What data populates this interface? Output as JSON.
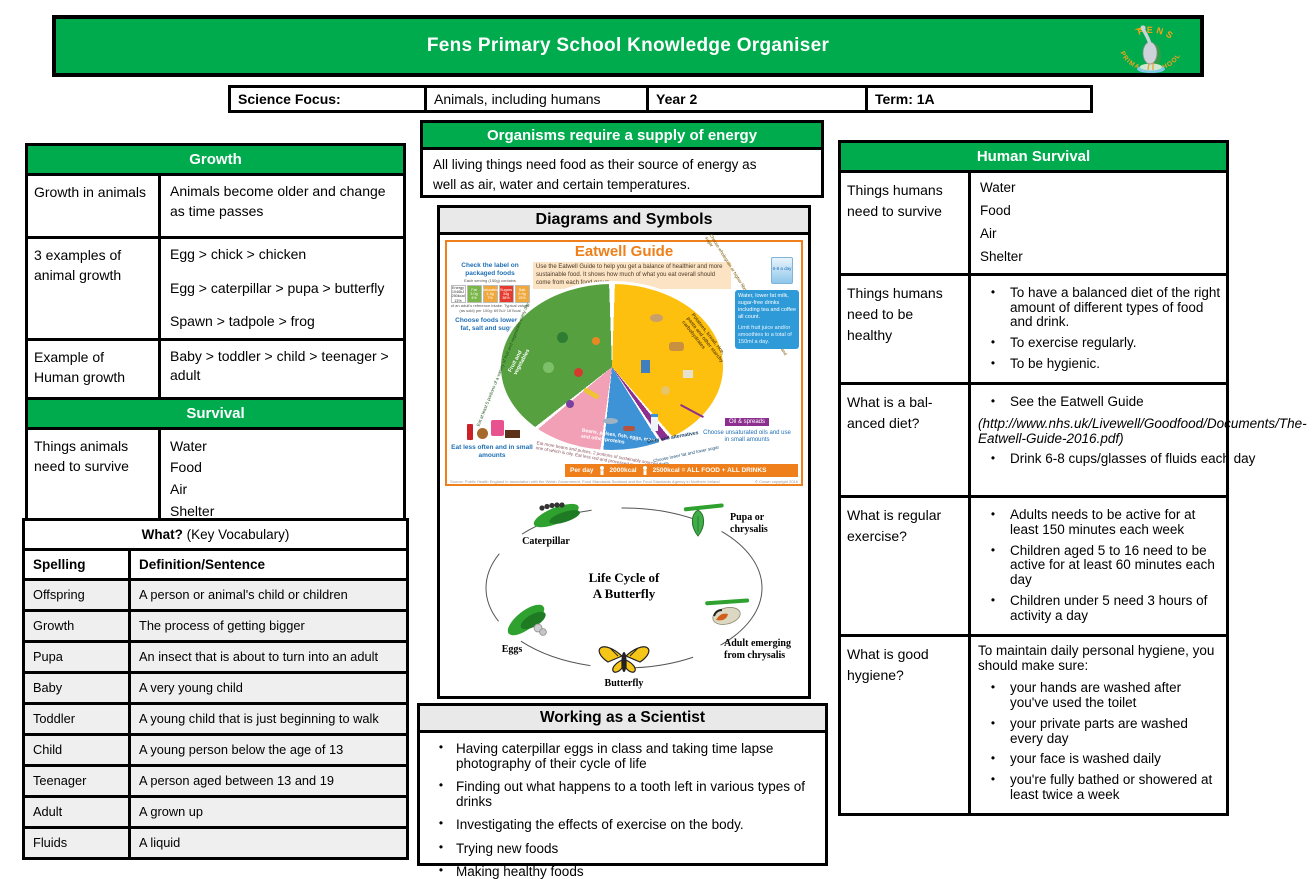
{
  "header": {
    "title": "Fens Primary School Knowledge Organiser",
    "logo_top": "FENS",
    "logo_bottom": "PRIMARY SCHOOL"
  },
  "meta": {
    "focus_label": "Science Focus:",
    "focus_value": "Animals, including humans",
    "year": "Year 2",
    "term": "Term: 1A"
  },
  "growth": {
    "title": "Growth",
    "rows": [
      {
        "label": "Growth in animals",
        "lines": [
          "Animals become older and change as time passes"
        ]
      },
      {
        "label": "3 examples of animal growth",
        "lines": [
          "Egg > chick > chicken",
          "Egg > caterpillar > pupa > butterfly",
          "Spawn > tadpole > frog"
        ]
      },
      {
        "label": "Example of Human growth",
        "lines": [
          "Baby > toddler > child > teenager > adult"
        ]
      }
    ]
  },
  "survival": {
    "title": "Survival",
    "rows": [
      {
        "label": "Things animals need to survive",
        "lines": [
          "Water",
          "Food",
          "Air",
          "Shelter"
        ]
      }
    ]
  },
  "vocab": {
    "title_bold": "What?",
    "title_rest": " (Key Vocabulary)",
    "col1": "Spelling",
    "col2": "Definition/Sentence",
    "rows": [
      [
        "Offspring",
        "A person or animal's child or children"
      ],
      [
        "Growth",
        "The process of getting bigger"
      ],
      [
        "Pupa",
        "An insect that is about to turn into an adult"
      ],
      [
        "Baby",
        "A very young child"
      ],
      [
        "Toddler",
        "A young child that is just beginning to walk"
      ],
      [
        "Child",
        "A young person below the age of 13"
      ],
      [
        "Teenager",
        "A person aged between 13 and 19"
      ],
      [
        "Adult",
        "A grown up"
      ],
      [
        "Fluids",
        "A liquid"
      ]
    ]
  },
  "energy": {
    "title": "Organisms require a supply of energy",
    "lines": [
      "All living things need food as their source of energy as",
      "well as air, water and certain temperatures."
    ]
  },
  "diagrams": {
    "title": "Diagrams and Symbols"
  },
  "eatwell": {
    "title": "Eatwell Guide",
    "intro": "Use the Eatwell Guide to help you get a balance of healthier and more sustainable food. It shows how much of what you eat overall should come from each food group.",
    "check_label": "Check the label on packaged foods",
    "serving_note": "Each serving (150g) contains",
    "tl_energy": "Energy 1046kJ 250kcal 13%",
    "tl": [
      {
        "label": "Fat",
        "value": "3.0g",
        "pct": "4%"
      },
      {
        "label": "Saturates",
        "value": "1.3g",
        "pct": "7%"
      },
      {
        "label": "Sugars",
        "value": "34g",
        "pct": "38%"
      },
      {
        "label": "Salt",
        "value": "0.9g",
        "pct": "15%"
      }
    ],
    "ref_note": "of an adult's reference intake. Typical values (as sold) per 100g: 697kJ/ 167kcal",
    "choose_lower": "Choose foods lower in fat, salt and sugars",
    "glass_label": "6-8 a day",
    "water_note": "Water, lower fat milk, sugar-free drinks including tea and coffee all count.",
    "limit_note": "Limit fruit juice and/or smoothies to a total of 150ml a day.",
    "arc_fruit": "Eat at least 5 portions of a variety of fruit and vegetables every day",
    "seg_fruit": "Fruit and vegetables",
    "arc_carbs": "Choose wholegrain or higher fibre versions with less added fat, salt and sugar",
    "seg_carbs": "Potatoes, bread, rice, pasta and other starchy carbohydrates",
    "arc_protein": "Eat more beans and pulses, 2 portions of sustainably sourced fish per week, one of which is oily. Eat less red and processed meat",
    "seg_protein": "Beans, pulses, fish, eggs, meat and other proteins",
    "arc_dairy": "Choose lower fat and lower sugar options",
    "seg_dairy": "Dairy and alternatives",
    "eat_less": "Eat less often and in small amounts",
    "oil_label": "Oil & spreads",
    "oil_note": "Choose unsaturated oils and use in small amounts",
    "per_day_label": "Per day",
    "kcal_1": "2000kcal",
    "kcal_2": "2500kcal = ALL FOOD + ALL DRINKS",
    "source": "Source: Public Health England in association with the Welsh Government, Food Standards Scotland and the Food Standards Agency in Northern Ireland",
    "copyright": "© Crown copyright 2016"
  },
  "life_cycle": {
    "center_1": "Life Cycle of",
    "center_2": "A Butterfly",
    "caterpillar": "Caterpillar",
    "pupa_1": "Pupa or",
    "pupa_2": "chrysalis",
    "adult_1": "Adult emerging",
    "adult_2": "from chrysalis",
    "butterfly": "Butterfly",
    "eggs": "Eggs"
  },
  "scientist": {
    "title": "Working as a Scientist",
    "bullets": [
      "Having caterpillar eggs in class and taking time lapse photography of their cycle of life",
      "Finding out what happens to a tooth left in various types of drinks",
      "Investigating the effects of exercise on the body.",
      "Trying new foods",
      "Making healthy foods"
    ]
  },
  "human_survival": {
    "title": "Human Survival",
    "rows": [
      {
        "label": "Things humans need to survive",
        "items": [
          {
            "t": "line",
            "text": "Water"
          },
          {
            "t": "line",
            "text": "Food"
          },
          {
            "t": "line",
            "text": "Air"
          },
          {
            "t": "line",
            "text": "Shelter"
          }
        ]
      },
      {
        "label": "Things humans need to be healthy",
        "items": [
          {
            "t": "bullet",
            "text": "To have a balanced diet of the right amount of different types of food and drink."
          },
          {
            "t": "bullet",
            "text": "To exercise regularly."
          },
          {
            "t": "bullet",
            "text": "To be hygienic."
          }
        ]
      },
      {
        "label": "What is a bal-anced diet?",
        "items": [
          {
            "t": "bullet",
            "text": "See the Eatwell Guide"
          },
          {
            "t": "italic",
            "text": "(http://www.nhs.uk/Livewell/Goodfood/Documents/The-Eatwell-Guide-2016.pdf)"
          },
          {
            "t": "bullet",
            "text": "Drink 6-8 cups/glasses of fluids each day"
          }
        ]
      },
      {
        "label": "What is regular exercise?",
        "items": [
          {
            "t": "bullet",
            "text": "Adults needs to be active for at least 150 minutes each week"
          },
          {
            "t": "bullet",
            "text": "Children aged 5 to 16 need to be active for at least 60 minutes each day"
          },
          {
            "t": "bullet",
            "text": "Children under 5 need 3 hours of activity a day"
          }
        ]
      },
      {
        "label": "What is good hygiene?",
        "items": [
          {
            "t": "intro",
            "text": "To maintain daily personal hygiene, you should make sure:"
          },
          {
            "t": "bullet",
            "text": "your hands are washed after you've used the toilet"
          },
          {
            "t": "bullet",
            "text": "your private parts are washed every day"
          },
          {
            "t": "bullet",
            "text": "your face is washed daily"
          },
          {
            "t": "bullet",
            "text": "you're fully bathed or showered at least twice a week"
          }
        ]
      }
    ]
  }
}
